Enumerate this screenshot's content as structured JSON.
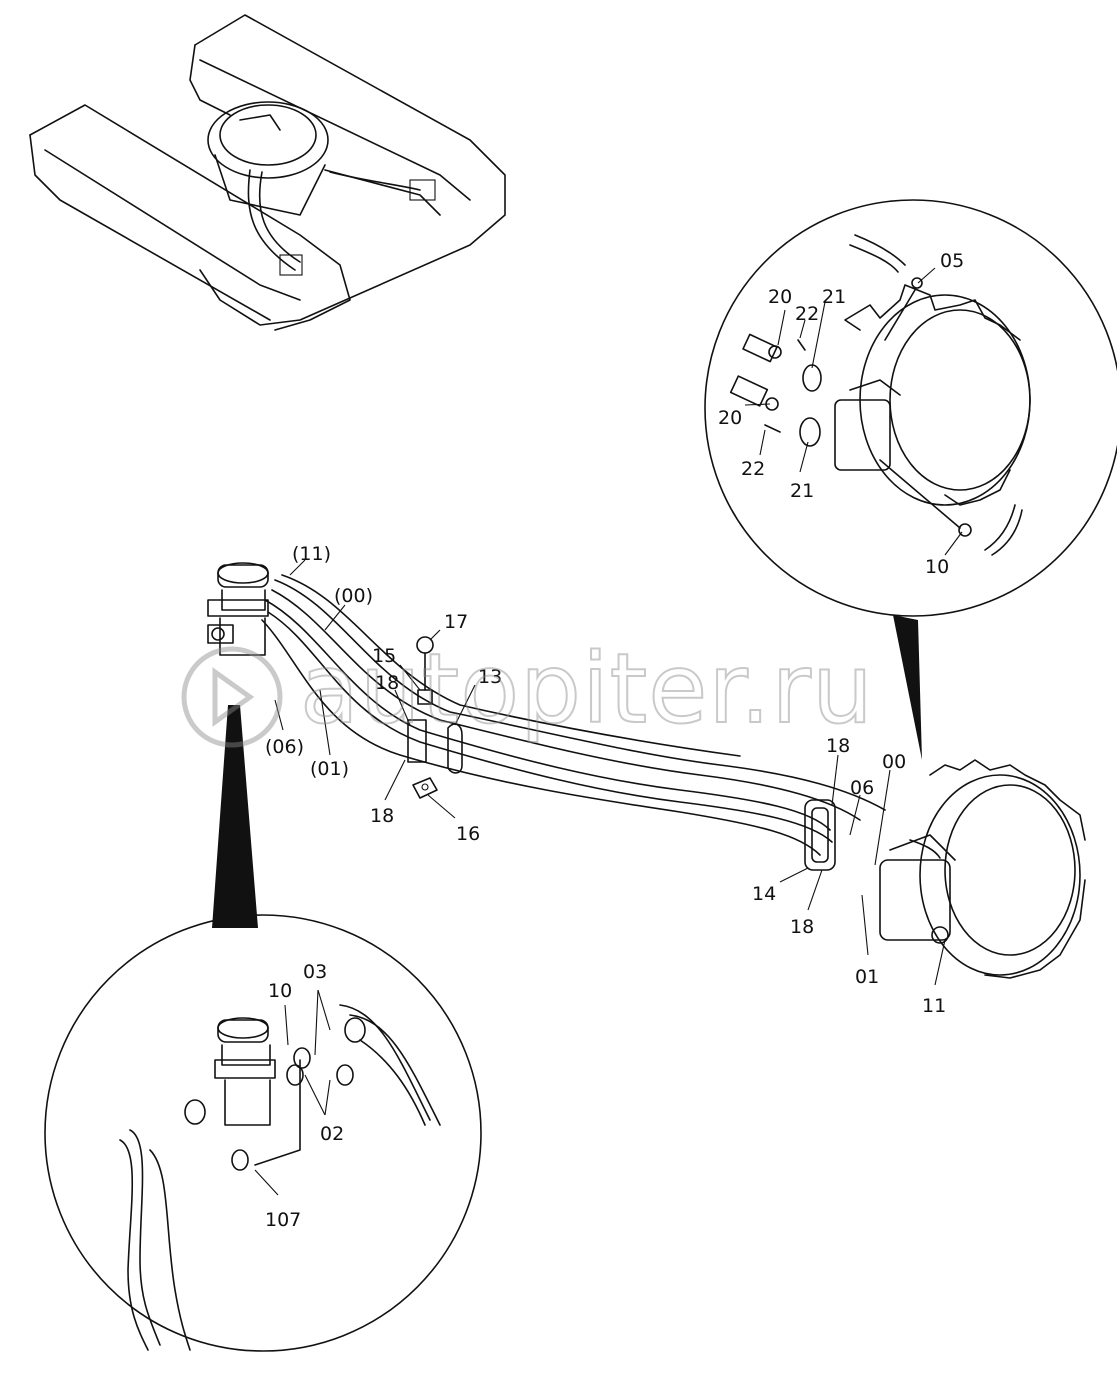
{
  "watermark": {
    "text": "autopiter.ru"
  },
  "labels": {
    "l_05": "05",
    "l_20a": "20",
    "l_22a": "22",
    "l_21a": "21",
    "l_20b": "20",
    "l_22b": "22",
    "l_21b": "21",
    "l_10a": "10",
    "l_11p": "(11)",
    "l_00p": "(00)",
    "l_06p": "(06)",
    "l_01p": "(01)",
    "l_17": "17",
    "l_15": "15",
    "l_18a": "18",
    "l_13": "13",
    "l_18b": "18",
    "l_16": "16",
    "l_18c": "18",
    "l_00": "00",
    "l_06": "06",
    "l_14": "14",
    "l_18d": "18",
    "l_01": "01",
    "l_11": "11",
    "l_10b": "10",
    "l_03": "03",
    "l_02": "02",
    "l_107": "107"
  }
}
